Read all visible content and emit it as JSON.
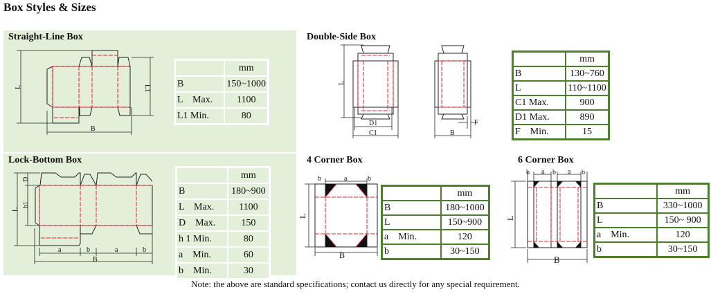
{
  "title": "Box Styles & Sizes",
  "sections": {
    "straight_line": {
      "title": "Straight-Line Box",
      "labels": {
        "L": "L",
        "L1": "L1",
        "B": "B"
      },
      "header": "mm",
      "rows": [
        [
          "B",
          "150~1000"
        ],
        [
          "L    Max.",
          "1100"
        ],
        [
          "L1 Min.",
          "80"
        ]
      ]
    },
    "lock_bottom": {
      "title": "Lock-Bottom Box",
      "labels": {
        "L": "L",
        "h1": "h1",
        "D": "D",
        "a": "a",
        "b": "b",
        "B": "B"
      },
      "header": "mm",
      "rows": [
        [
          "B",
          "180~900"
        ],
        [
          "L    Max.",
          "1100"
        ],
        [
          "D    Max.",
          "150"
        ],
        [
          "h 1 Min.",
          "80"
        ],
        [
          "a    Min.",
          "60"
        ],
        [
          "b    Min.",
          "30"
        ]
      ]
    },
    "double_side": {
      "title": "Double-Side Box",
      "labels": {
        "L": "L",
        "D1": "D1",
        "C1": "C1",
        "B": "B",
        "F": "F"
      },
      "header": "mm",
      "rows": [
        [
          "B",
          "130~760"
        ],
        [
          "L",
          "110~1100"
        ],
        [
          "C1 Max.",
          "900"
        ],
        [
          "D1 Max.",
          "890"
        ],
        [
          "F    Min.",
          "15"
        ]
      ]
    },
    "four_corner": {
      "title": "4 Corner Box",
      "labels": {
        "a": "a",
        "b": "b",
        "L": "L",
        "B": "B"
      },
      "header": "mm",
      "rows": [
        [
          "B",
          "180~1000"
        ],
        [
          "L",
          "150~900"
        ],
        [
          "a    Min.",
          "120"
        ],
        [
          "b",
          "30~150"
        ]
      ]
    },
    "six_corner": {
      "title": "6 Corner Box",
      "labels": {
        "a": "a",
        "b": "b",
        "L": "L",
        "B": "B"
      },
      "header": "mm",
      "rows": [
        [
          "B",
          "330~1000"
        ],
        [
          "L",
          "150~ 900"
        ],
        [
          "a    Min.",
          "120"
        ],
        [
          "b",
          "30~150"
        ]
      ]
    }
  },
  "note": "Note: the above are standard specifications; contact us directly for any special requirement."
}
